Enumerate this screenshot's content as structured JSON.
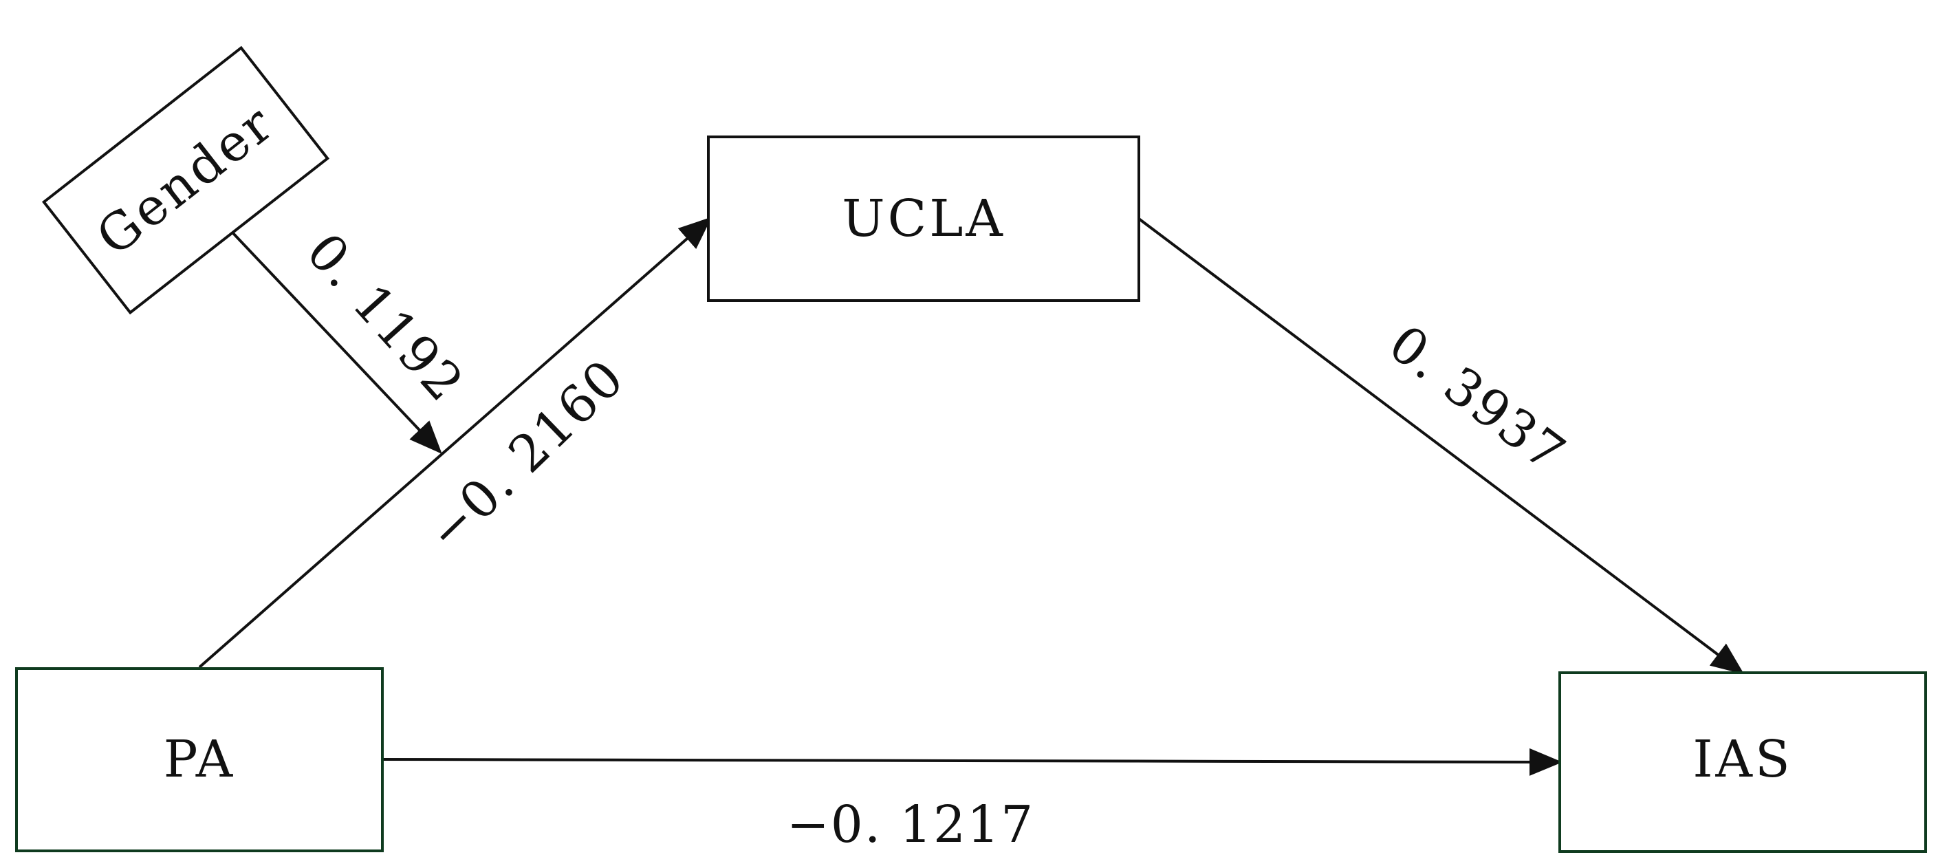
{
  "diagram": {
    "nodes": {
      "gender": {
        "label": "Gender"
      },
      "ucla": {
        "label": "UCLA"
      },
      "pa": {
        "label": "PA"
      },
      "ias": {
        "label": "IAS"
      }
    },
    "edges": {
      "gender_to_path": {
        "coefficient": "0. 1192"
      },
      "pa_to_ucla": {
        "coefficient": "−0. 2160"
      },
      "ucla_to_ias": {
        "coefficient": "0. 3937"
      },
      "pa_to_ias": {
        "coefficient": "−0. 1217"
      }
    },
    "colors": {
      "box_stroke_dark": "#111111",
      "box_stroke_green": "#0f3b1f",
      "arrow": "#111111"
    }
  }
}
